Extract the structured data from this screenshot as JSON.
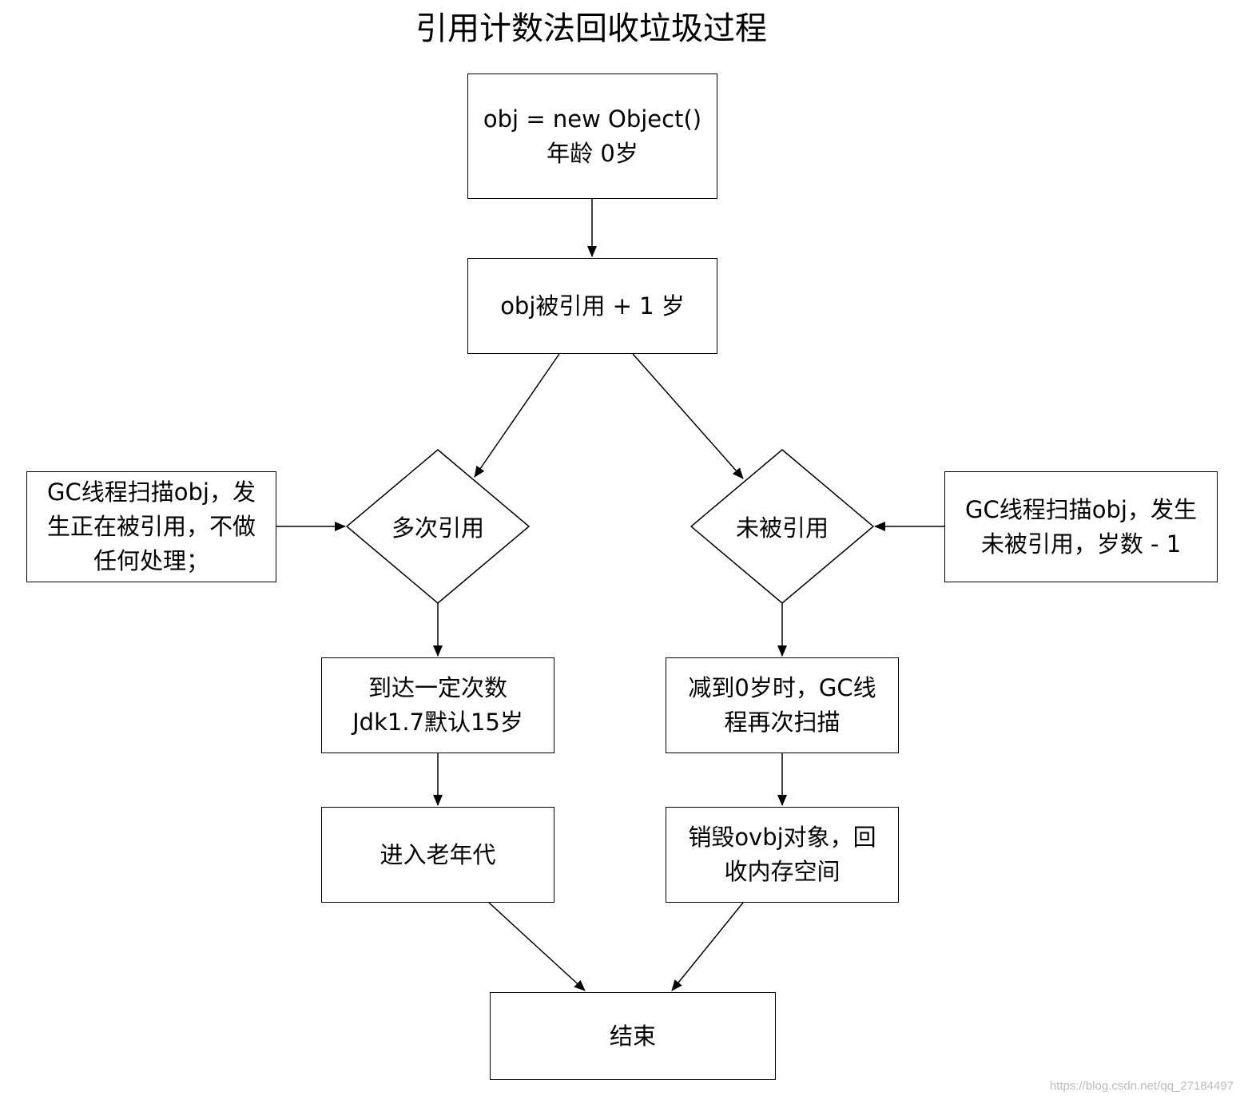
{
  "title": "引用计数法回收垃圾过程",
  "nodes": {
    "create": {
      "line1": "obj = new Object()",
      "line2": "年龄 0岁"
    },
    "ref_plus": {
      "text": "obj被引用 + 1 岁"
    },
    "multi_ref": {
      "text": "多次引用"
    },
    "not_ref": {
      "text": "未被引用"
    },
    "gc_scan_left": {
      "line1": "GC线程扫描obj，发",
      "line2": "生正在被引用，不做",
      "line3": "任何处理；"
    },
    "gc_scan_right": {
      "line1": "GC线程扫描obj，发生",
      "line2": "未被引用，岁数 - 1"
    },
    "reach_count": {
      "line1": "到达一定次数",
      "line2": "Jdk1.7默认15岁"
    },
    "to_zero": {
      "line1": "减到0岁时，GC线",
      "line2": "程再次扫描"
    },
    "old_gen": {
      "text": "进入老年代"
    },
    "destroy": {
      "line1": "销毁ovbj对象，回",
      "line2": "收内存空间"
    },
    "end": {
      "text": "结束"
    }
  },
  "watermark": "https://blog.csdn.net/qq_27184497"
}
